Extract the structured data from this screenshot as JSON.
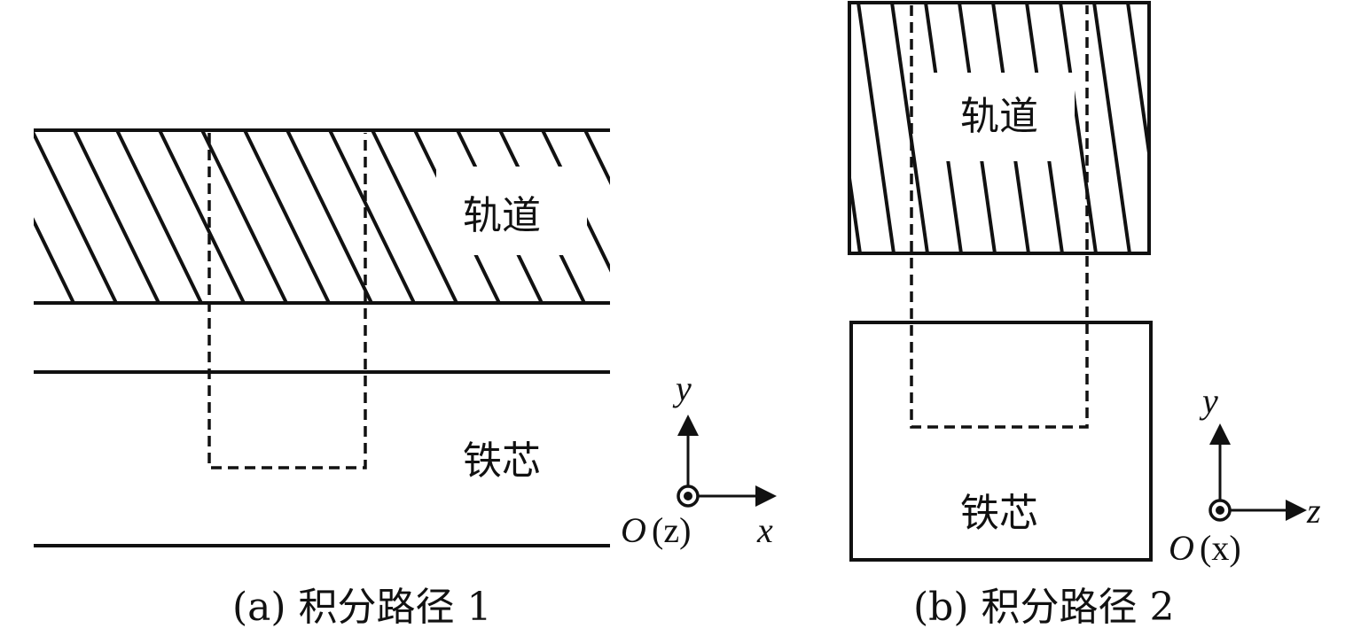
{
  "panel_a": {
    "rail_label": "轨道",
    "core_label": "铁芯",
    "axis_y": "y",
    "axis_x": "x",
    "origin_label": "O",
    "origin_paren": "(z)",
    "caption": "(a) 积分路径 1"
  },
  "panel_b": {
    "rail_label": "轨道",
    "core_label": "铁芯",
    "axis_y": "y",
    "axis_x": "z",
    "origin_label": "O",
    "origin_paren": "(x)",
    "caption": "(b) 积分路径 2"
  }
}
